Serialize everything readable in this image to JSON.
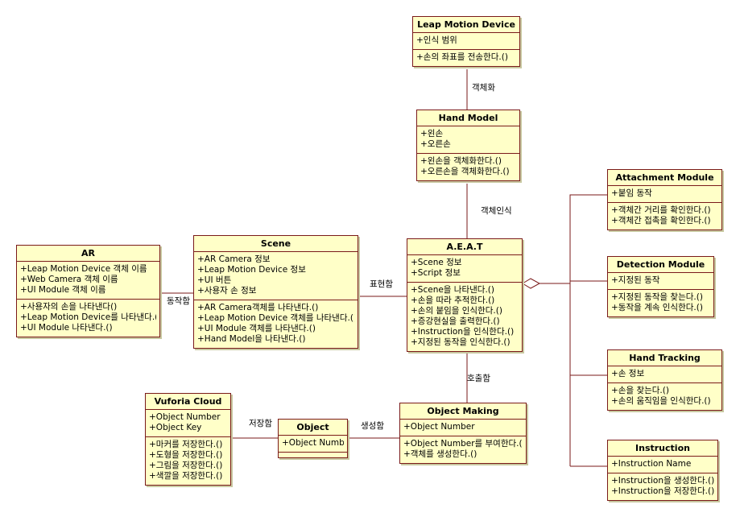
{
  "classes": {
    "leap": {
      "name": "Leap Motion Device",
      "attributes": [
        "+인식 범위"
      ],
      "operations": [
        "+손의 좌표를 전송한다.()"
      ]
    },
    "hand_model": {
      "name": "Hand Model",
      "attributes": [
        "+왼손",
        "+오른손"
      ],
      "operations": [
        "+왼손을 객체화한다.()",
        "+오른손을 객체화한다.()"
      ]
    },
    "ar": {
      "name": "AR",
      "attributes": [
        "+Leap Motion Device 객체 이름",
        "+Web Camera 객체 이름",
        "+UI Module 객체 이름"
      ],
      "operations": [
        "+사용자의 손을 나타낸다()",
        "+Leap Motion Device를 나타낸다.()",
        "+UI Module 나타낸다.()"
      ]
    },
    "scene": {
      "name": "Scene",
      "attributes": [
        "+AR Camera 정보",
        "+Leap Motion Device 정보",
        "+UI 버튼",
        "+사용자 손 정보"
      ],
      "operations": [
        "+AR Camera객체를 나타낸다.()",
        "+Leap Motion Device 객체를 나타낸다.()",
        "+UI Module 객체를 나타낸다.()",
        "+Hand Model을 나타낸다.()"
      ]
    },
    "aeat": {
      "name": "A.E.A.T",
      "attributes": [
        "+Scene 정보",
        "+Script 정보"
      ],
      "operations": [
        "+Scene을 나타낸다.()",
        "+손을 따라 추적한다.()",
        "+손의 붙임을 인식한다.()",
        "+증강현실을 출력한다.()",
        "+Instruction을 인식한다.()",
        "+지정된 동작을 인식한다.()"
      ]
    },
    "attachment": {
      "name": "Attachment Module",
      "attributes": [
        "+붙임 동작"
      ],
      "operations": [
        "+객체간 거리를 확인한다.()",
        "+객체간 접촉을 확인한다.()"
      ]
    },
    "detection": {
      "name": "Detection Module",
      "attributes": [
        "+지정된 동작"
      ],
      "operations": [
        "+지정된 동작을 찾는다.()",
        "+동작을 계속 인식한다.()"
      ]
    },
    "hand_tracking": {
      "name": "Hand Tracking",
      "attributes": [
        "+손 정보"
      ],
      "operations": [
        "+손을 찾는다.()",
        "+손의 움직임을 인식한다.()"
      ]
    },
    "instruction": {
      "name": "Instruction",
      "attributes": [
        "+Instruction Name"
      ],
      "operations": [
        "+Instruction을 생성한다.()",
        "+Instruction을 저장한다.()"
      ]
    },
    "object_making": {
      "name": "Object Making",
      "attributes": [
        "+Object Number"
      ],
      "operations": [
        "+Object Number를 부여한다.()",
        "+객체를 생성한다.()"
      ]
    },
    "vuforia": {
      "name": "Vuforia Cloud",
      "attributes": [
        "+Object Number",
        "+Object Key"
      ],
      "operations": [
        "+마커를 저장한다.()",
        "+도형을 저장한다.()",
        "+그림을 저장한다.()",
        "+색깔을 저장한다.()"
      ]
    },
    "object": {
      "name": "Object",
      "attributes": [
        "+Object Number"
      ],
      "operations": []
    }
  },
  "relations": {
    "objectify": "객체화",
    "recognize": "객체인식",
    "express": "표현함",
    "operate": "동작함",
    "call": "호출함",
    "create": "생성함",
    "store": "저장함"
  },
  "colors": {
    "class_fill": "#ffffc8",
    "border": "#7a1a1a",
    "line": "#7a1a1a"
  }
}
